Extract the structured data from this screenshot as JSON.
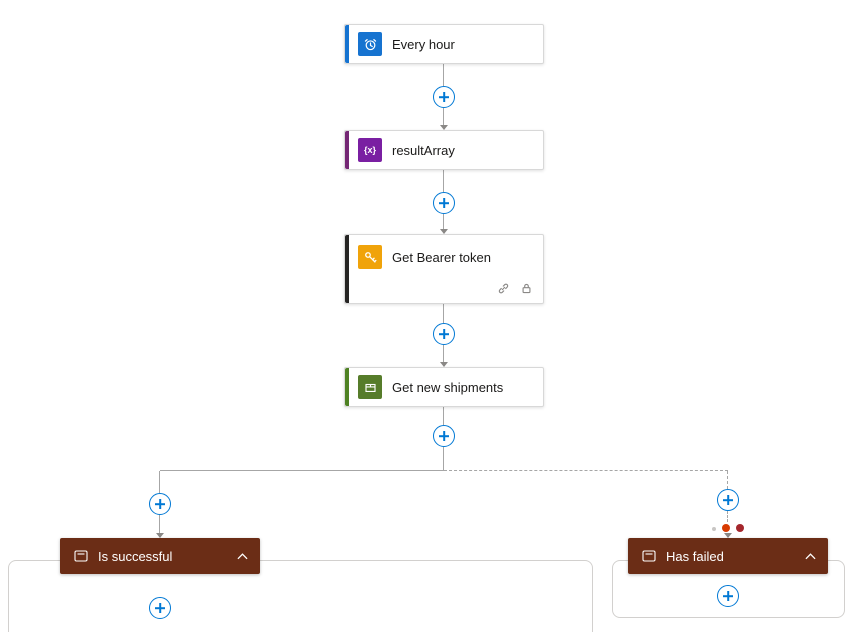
{
  "flow": {
    "trigger": {
      "label": "Every hour"
    },
    "actions": [
      {
        "label": "resultArray",
        "icon_glyph": "{x}"
      },
      {
        "label": "Get Bearer token"
      },
      {
        "label": "Get new shipments"
      }
    ],
    "branches": [
      {
        "label": "Is successful"
      },
      {
        "label": "Has failed"
      }
    ]
  },
  "colors": {
    "trigger_blue": "#1673d0",
    "variable_purple": "#7a1fa2",
    "http_amber": "#f0a30a",
    "shipments_green": "#567c2a",
    "scope_header_brown": "#6b2d16",
    "plus_blue": "#0078d4",
    "connector_gray": "#a6a6a6",
    "run_after_orange": "#d83b01",
    "run_after_red": "#a4262c"
  }
}
